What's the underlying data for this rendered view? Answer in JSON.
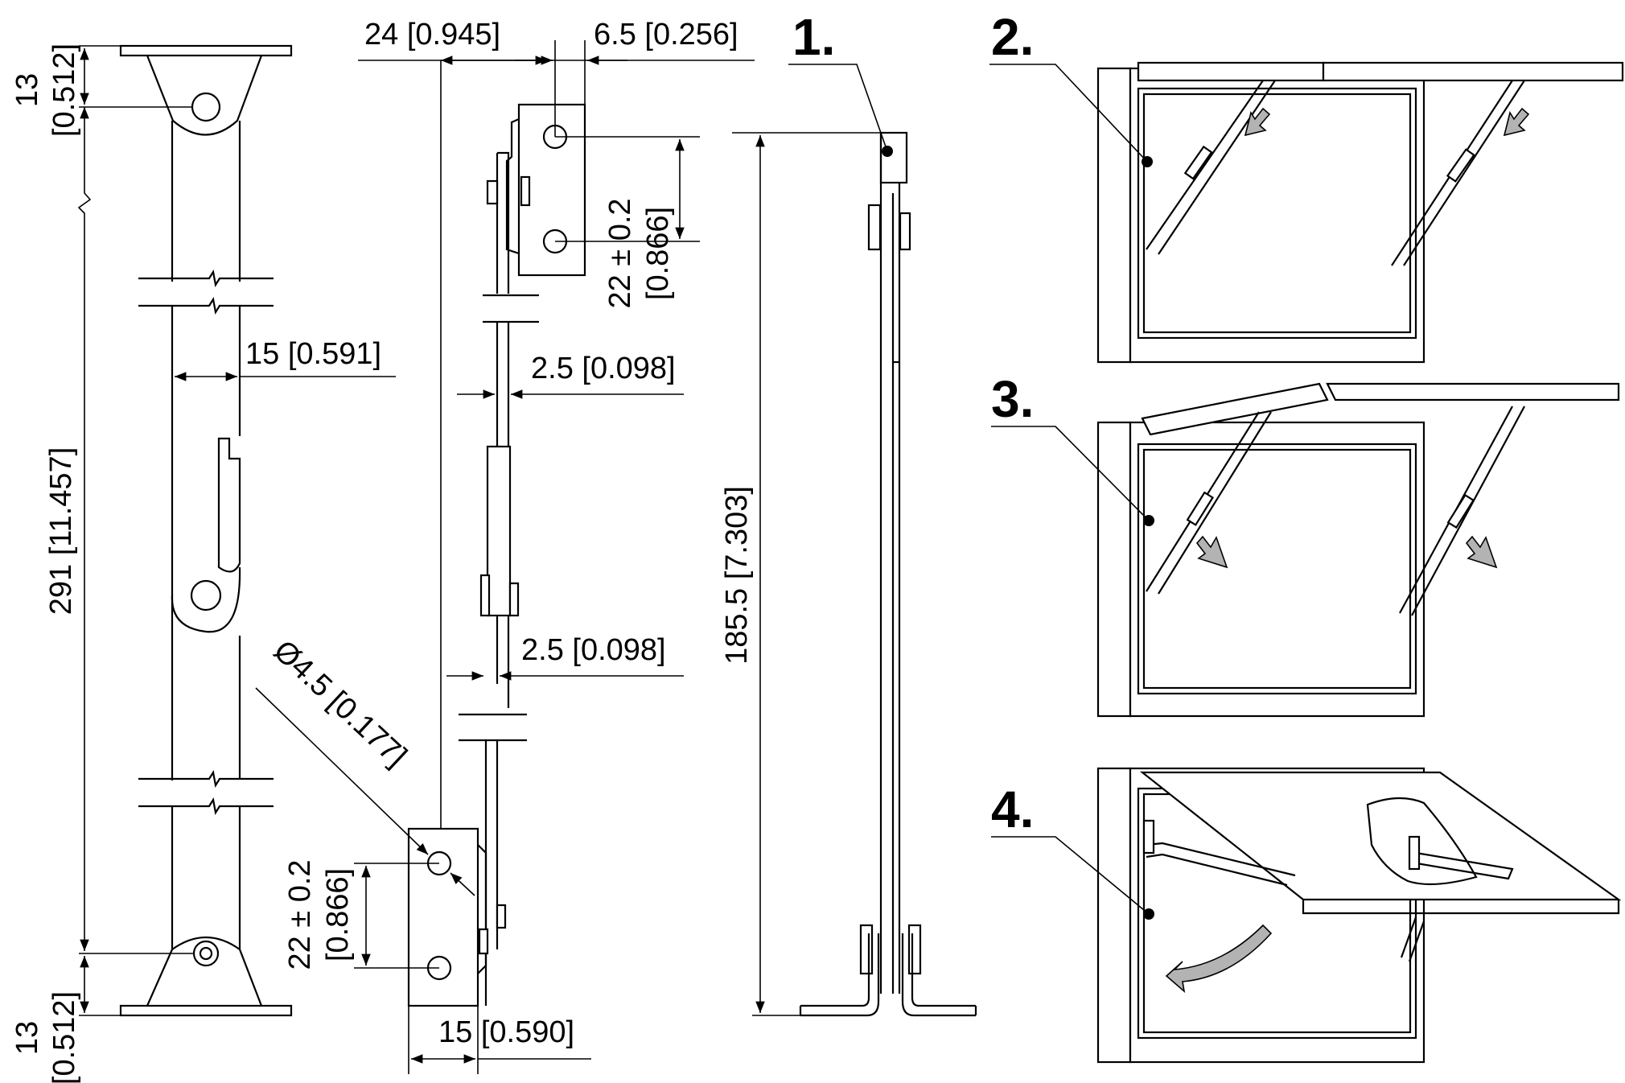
{
  "dimensions": {
    "top_hole_offset": "13",
    "top_hole_offset_in": "[0.512]",
    "overall_length": "291 [11.457]",
    "strut_width": "15 [0.591]",
    "bottom_hole_offset": "13",
    "bottom_hole_offset_in": "[0.512]",
    "bracket_depth": "24 [0.945]",
    "hole_edge_offset": "6.5 [0.256]",
    "hole_pitch_top": "22 ± 0.2",
    "hole_pitch_top_in": "[0.866]",
    "thickness_upper": "2.5 [0.098]",
    "thickness_lower": "2.5 [0.098]",
    "hole_diameter": "Ø4.5 [0.177]",
    "hole_pitch_bottom": "22 ± 0.2",
    "hole_pitch_bottom_in": "[0.866]",
    "bracket_width": "15 [0.590]",
    "closed_height": "185.5 [7.303]"
  },
  "steps": [
    "1.",
    "2.",
    "3.",
    "4."
  ],
  "colors": {
    "line": "#000000",
    "arrow_fill": "#b3b3b3",
    "background": "#ffffff"
  }
}
